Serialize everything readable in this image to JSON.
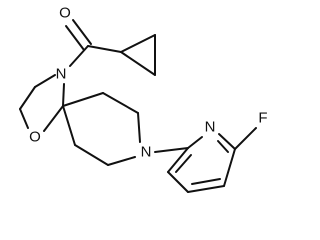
{
  "molecule": {
    "atoms": {
      "carbonyl_oxygen": "O",
      "amide_nitrogen": "N",
      "ring_oxygen": "O",
      "piperidine_nitrogen": "N",
      "pyridine_nitrogen": "N",
      "fluorine": "F"
    }
  }
}
